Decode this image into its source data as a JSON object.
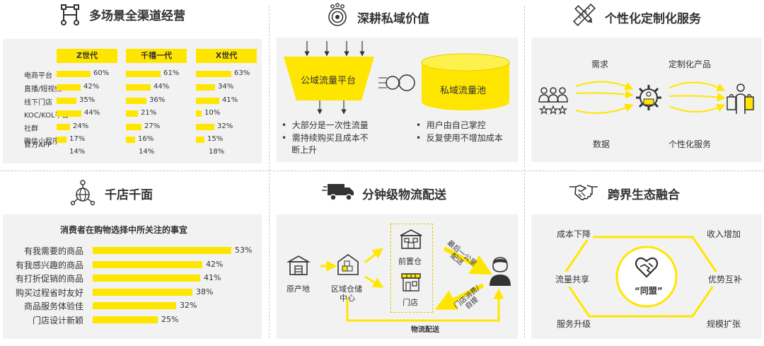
{
  "panel1": {
    "title": "多场景全渠道经营",
    "generations": [
      "Z世代",
      "千禧一代",
      "X世代"
    ],
    "channels": [
      "电商平台",
      "直播/短视频",
      "线下门店",
      "KOC/KOL平台",
      "社群",
      "微信小程序",
      "官方APP"
    ],
    "values": [
      [
        60,
        42,
        35,
        44,
        24,
        17,
        14
      ],
      [
        61,
        44,
        36,
        21,
        27,
        16,
        14
      ],
      [
        63,
        34,
        41,
        10,
        32,
        15,
        18
      ]
    ],
    "z": {
      "pct": [
        "60%",
        "42%",
        "35%",
        "44%",
        "24%",
        "17%",
        "14%"
      ]
    },
    "m": {
      "pct": [
        "61%",
        "44%",
        "36%",
        "21%",
        "27%",
        "16%",
        "14%"
      ]
    },
    "x": {
      "pct": [
        "63%",
        "34%",
        "41%",
        "10%",
        "32%",
        "15%",
        "18%"
      ]
    }
  },
  "panel2": {
    "title": "深耕私域价值",
    "public_label": "公域流量平台",
    "private_label": "私域流量池",
    "public_bullets": [
      "大部分是一次性流量",
      "需持续购买且成本不",
      "断上升"
    ],
    "private_bullets": [
      "用户由自己掌控",
      "反复使用不增加成本"
    ]
  },
  "panel3": {
    "title": "个性化定制化服务",
    "demand": "需求",
    "custom_product": "定制化产品",
    "data": "数据",
    "personal_service": "个性化服务"
  },
  "panel4": {
    "title": "千店千面",
    "chart_data": {
      "type": "bar",
      "title": "消费者在购物选择中所关注的事宜",
      "categories": [
        "有我需要的商品",
        "有我感兴趣的商品",
        "有打折促销的商品",
        "购买过程省时友好",
        "商品服务体验佳",
        "门店设计新颖"
      ],
      "values": [
        53,
        42,
        41,
        38,
        32,
        25
      ],
      "labels": [
        "53%",
        "42%",
        "41%",
        "38%",
        "32%",
        "25%"
      ]
    }
  },
  "panel5": {
    "title": "分钟级物流配送",
    "origin": "原产地",
    "warehouse_1": "区域仓储",
    "warehouse_2": "中心",
    "front_warehouse": "前置仓",
    "store": "门店",
    "last_mile_1": "最后一公里",
    "last_mile_2": "配送",
    "store_1": "门店消费/",
    "store_2": "自提",
    "logistics": "物流配送"
  },
  "panel6": {
    "title": "跨界生态融合",
    "cost_down": "成本下降",
    "income_up": "收入增加",
    "traffic_share": "流量共享",
    "advantage": "优势互补",
    "service_up": "服务升级",
    "scale_up": "规模扩张",
    "alliance": "“同盟”"
  },
  "colors": {
    "accent": "#ffe600",
    "panel_bg": "#f2f2f2",
    "text": "#333333"
  }
}
